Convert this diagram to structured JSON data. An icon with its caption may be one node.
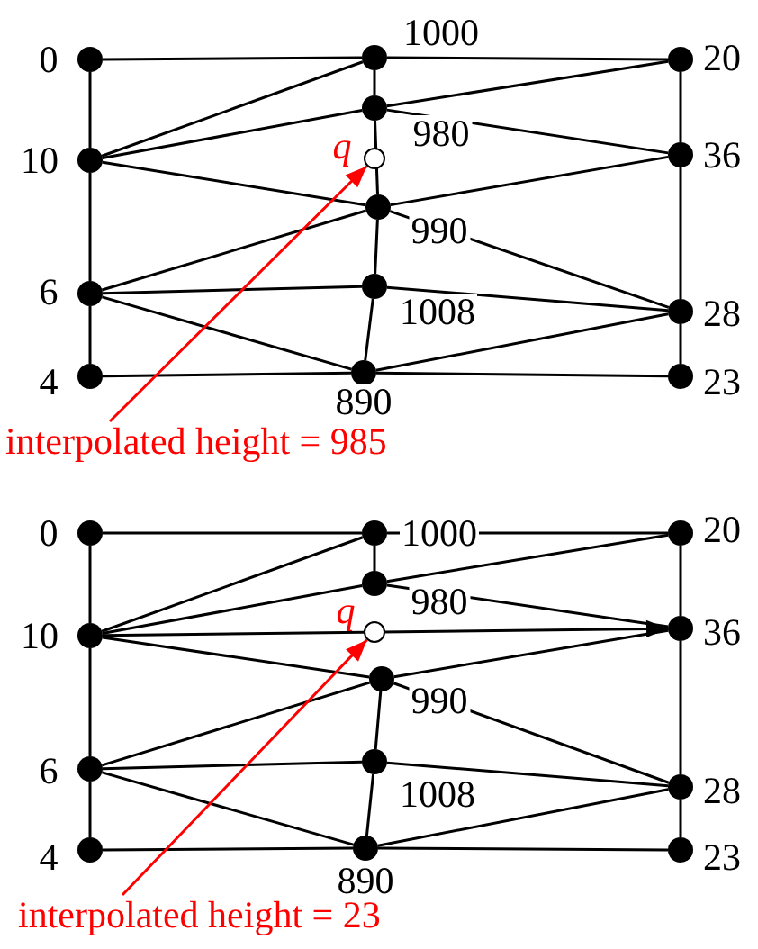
{
  "diagram": {
    "nodes": [
      {
        "text": [],
        "shape": "circle",
        "beside": [
          "0"
        ]
      },
      {
        "text": [],
        "shape": "circle",
        "beside": [
          "1000"
        ]
      },
      {
        "text": [],
        "shape": "circle",
        "beside": [
          "20"
        ]
      },
      {
        "text": [],
        "shape": "circle",
        "beside": [
          "980"
        ]
      },
      {
        "text": [],
        "shape": "circle",
        "beside": [
          "10"
        ]
      },
      {
        "text": [],
        "shape": "circle",
        "beside": [
          "q"
        ]
      },
      {
        "text": [],
        "shape": "circle",
        "beside": [
          "36"
        ]
      },
      {
        "text": [],
        "shape": "circle",
        "beside": [
          "990"
        ]
      },
      {
        "text": [],
        "shape": "circle",
        "beside": [
          "6"
        ]
      },
      {
        "text": [],
        "shape": "circle",
        "beside": [
          "1008"
        ]
      },
      {
        "text": [],
        "shape": "circle",
        "beside": [
          "28"
        ]
      },
      {
        "text": [],
        "shape": "circle",
        "beside": [
          "4"
        ]
      },
      {
        "text": [],
        "shape": "circle",
        "beside": [
          "890"
        ]
      },
      {
        "text": [],
        "shape": "circle",
        "beside": [
          "23"
        ]
      },
      {
        "text": [
          "interpolated height = 985"
        ]
      },
      {
        "text": [],
        "shape": "circle",
        "beside": [
          "0"
        ]
      },
      {
        "text": [],
        "shape": "circle",
        "beside": [
          "1000"
        ]
      },
      {
        "text": [],
        "shape": "circle",
        "beside": [
          "20"
        ]
      },
      {
        "text": [],
        "shape": "circle",
        "beside": [
          "980"
        ]
      },
      {
        "text": [],
        "shape": "circle",
        "beside": [
          "10"
        ]
      },
      {
        "text": [],
        "shape": "circle",
        "beside": [
          "q"
        ]
      },
      {
        "text": [],
        "shape": "circle",
        "beside": [
          "36"
        ]
      },
      {
        "text": [],
        "shape": "circle",
        "beside": [
          "990"
        ]
      },
      {
        "text": [],
        "shape": "circle",
        "beside": [
          "6"
        ]
      },
      {
        "text": [],
        "shape": "circle",
        "beside": [
          "1008"
        ]
      },
      {
        "text": [],
        "shape": "circle",
        "beside": [
          "28"
        ]
      },
      {
        "text": [],
        "shape": "circle",
        "beside": [
          "4"
        ]
      },
      {
        "text": [],
        "shape": "circle",
        "beside": [
          "890"
        ]
      },
      {
        "text": [],
        "shape": "circle",
        "beside": [
          "23"
        ]
      },
      {
        "text": [
          "interpolated height = 23"
        ]
      }
    ],
    "edges": [
      {
        "from": 0,
        "to": 1,
        "arrow": "none"
      },
      {
        "from": 1,
        "to": 2,
        "arrow": "none"
      },
      {
        "from": 0,
        "to": 4,
        "arrow": "none"
      },
      {
        "from": 4,
        "to": 8,
        "arrow": "none"
      },
      {
        "from": 8,
        "to": 11,
        "arrow": "none"
      },
      {
        "from": 11,
        "to": 12,
        "arrow": "none"
      },
      {
        "from": 12,
        "to": 13,
        "arrow": "none"
      },
      {
        "from": 2,
        "to": 6,
        "arrow": "none"
      },
      {
        "from": 6,
        "to": 10,
        "arrow": "none"
      },
      {
        "from": 10,
        "to": 13,
        "arrow": "none"
      },
      {
        "from": 1,
        "to": 3,
        "arrow": "none"
      },
      {
        "from": 3,
        "to": 7,
        "arrow": "none"
      },
      {
        "from": 7,
        "to": 9,
        "arrow": "none"
      },
      {
        "from": 9,
        "to": 12,
        "arrow": "none"
      },
      {
        "from": 4,
        "to": 1,
        "arrow": "none"
      },
      {
        "from": 4,
        "to": 3,
        "arrow": "none"
      },
      {
        "from": 4,
        "to": 7,
        "arrow": "none"
      },
      {
        "from": 3,
        "to": 2,
        "arrow": "none"
      },
      {
        "from": 3,
        "to": 6,
        "arrow": "none"
      },
      {
        "from": 7,
        "to": 6,
        "arrow": "none"
      },
      {
        "from": 7,
        "to": 10,
        "arrow": "none"
      },
      {
        "from": 8,
        "to": 7,
        "arrow": "none"
      },
      {
        "from": 8,
        "to": 9,
        "arrow": "none"
      },
      {
        "from": 8,
        "to": 12,
        "arrow": "none"
      },
      {
        "from": 9,
        "to": 10,
        "arrow": "none"
      },
      {
        "from": 12,
        "to": 10,
        "arrow": "none"
      },
      {
        "from": 14,
        "to": 5,
        "arrow": "to",
        "color": "#ff0000"
      },
      {
        "from": 15,
        "to": 16,
        "arrow": "none"
      },
      {
        "from": 16,
        "to": 17,
        "arrow": "none"
      },
      {
        "from": 15,
        "to": 19,
        "arrow": "none"
      },
      {
        "from": 19,
        "to": 23,
        "arrow": "none"
      },
      {
        "from": 23,
        "to": 26,
        "arrow": "none"
      },
      {
        "from": 26,
        "to": 27,
        "arrow": "none"
      },
      {
        "from": 27,
        "to": 28,
        "arrow": "none"
      },
      {
        "from": 17,
        "to": 21,
        "arrow": "none"
      },
      {
        "from": 21,
        "to": 25,
        "arrow": "none"
      },
      {
        "from": 25,
        "to": 28,
        "arrow": "none"
      },
      {
        "from": 16,
        "to": 18,
        "arrow": "none"
      },
      {
        "from": 22,
        "to": 24,
        "arrow": "none"
      },
      {
        "from": 24,
        "to": 27,
        "arrow": "none"
      },
      {
        "from": 19,
        "to": 16,
        "arrow": "none"
      },
      {
        "from": 19,
        "to": 18,
        "arrow": "none"
      },
      {
        "from": 19,
        "to": 21,
        "arrow": "to"
      },
      {
        "from": 19,
        "to": 22,
        "arrow": "none"
      },
      {
        "from": 18,
        "to": 17,
        "arrow": "none"
      },
      {
        "from": 18,
        "to": 21,
        "arrow": "none"
      },
      {
        "from": 22,
        "to": 21,
        "arrow": "none"
      },
      {
        "from": 22,
        "to": 25,
        "arrow": "none"
      },
      {
        "from": 23,
        "to": 22,
        "arrow": "none"
      },
      {
        "from": 23,
        "to": 24,
        "arrow": "none"
      },
      {
        "from": 23,
        "to": 27,
        "arrow": "none"
      },
      {
        "from": 24,
        "to": 25,
        "arrow": "none"
      },
      {
        "from": 27,
        "to": 25,
        "arrow": "none"
      },
      {
        "from": 29,
        "to": 20,
        "arrow": "to",
        "color": "#ff0000"
      }
    ]
  }
}
